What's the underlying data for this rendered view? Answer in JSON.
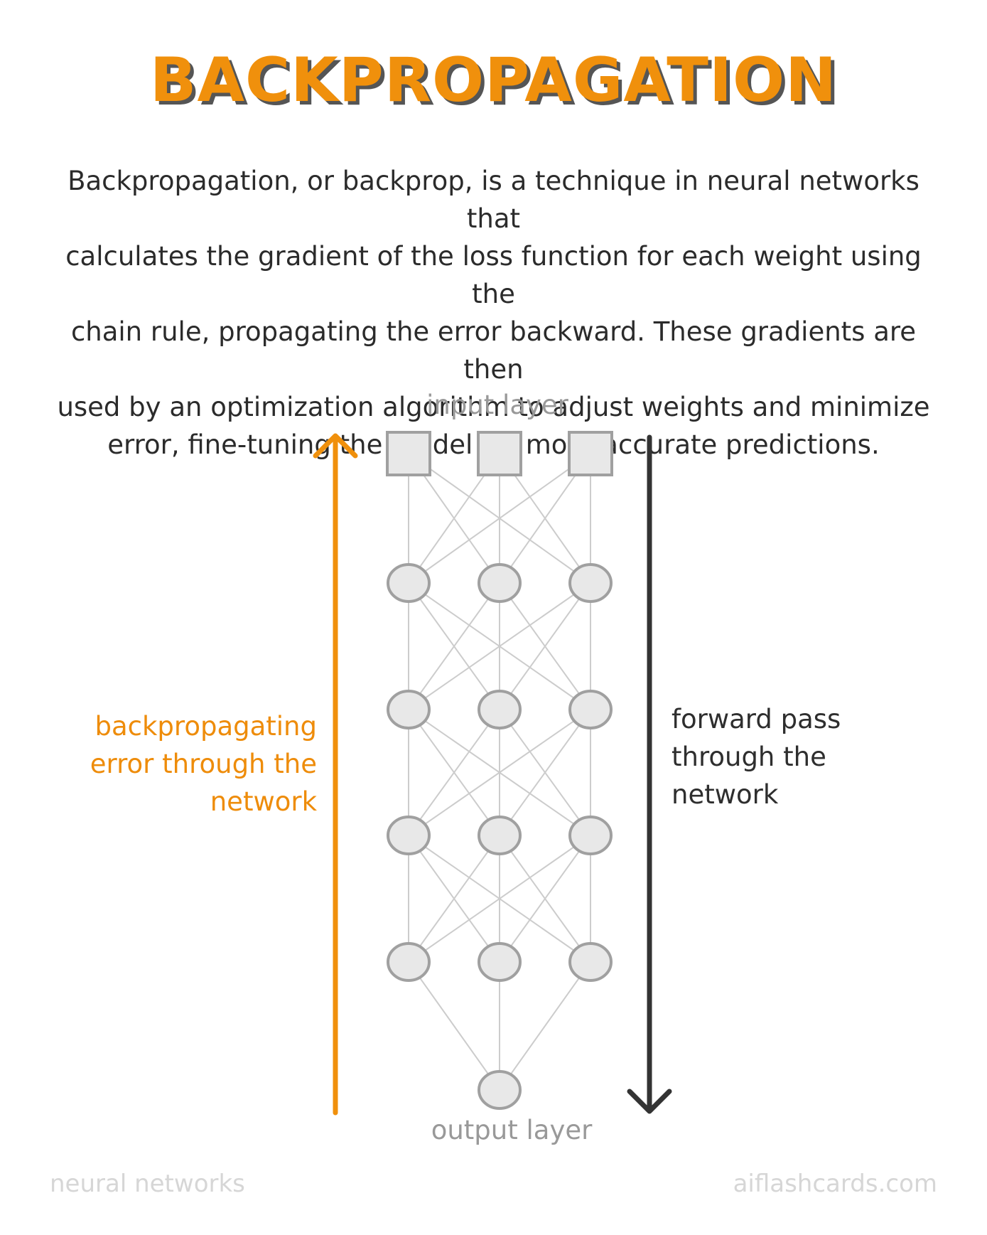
{
  "title": "BACKPROPAGATION",
  "description": [
    "Backpropagation, or backprop, is a technique in neural networks that",
    "calculates the gradient of the loss function for each weight using the",
    "chain rule, propagating the error backward. These gradients are then",
    "used by an optimization algorithm to adjust weights and minimize",
    "error, fine-tuning the model for more accurate predictions."
  ],
  "diagram": {
    "input_label": "input layer",
    "output_label": "output layer",
    "backward_label": [
      "backpropagating",
      "error through the",
      "network"
    ],
    "forward_label": [
      "forward pass",
      "through the",
      "network"
    ],
    "layers": [
      {
        "type": "input",
        "count": 3
      },
      {
        "type": "hidden",
        "count": 3
      },
      {
        "type": "hidden",
        "count": 3
      },
      {
        "type": "hidden",
        "count": 3
      },
      {
        "type": "hidden",
        "count": 3
      },
      {
        "type": "output",
        "count": 1
      }
    ]
  },
  "footer": {
    "left": "neural networks",
    "right": "aiflashcards.com"
  },
  "colors": {
    "accent": "#f0900c",
    "node_fill": "#e8e8e8",
    "node_stroke": "#a0a0a0",
    "edge": "#cccccc",
    "forward_arrow": "#333333"
  }
}
